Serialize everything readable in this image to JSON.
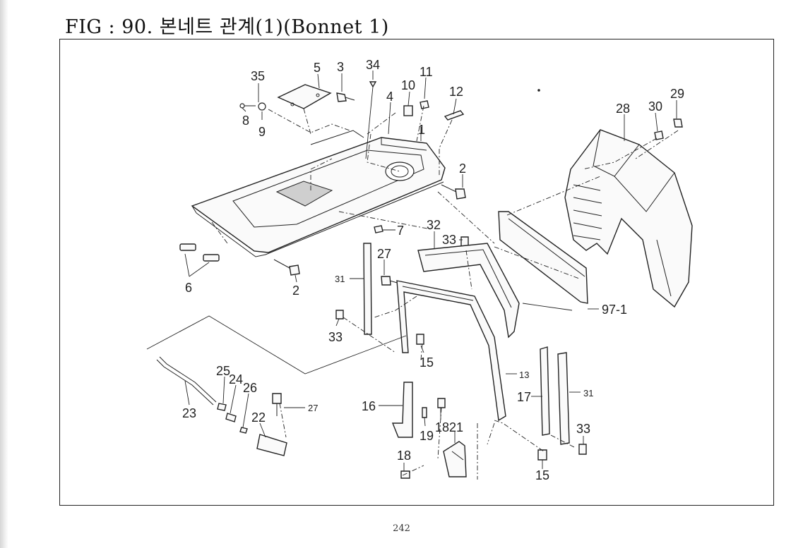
{
  "header": {
    "title": "FIG : 90. 본네트 관계(1)(Bonnet 1)"
  },
  "footer": {
    "page_number": "242"
  },
  "diagram": {
    "part_labels": [
      "35",
      "5",
      "3",
      "34",
      "11",
      "10",
      "4",
      "12",
      "8",
      "9",
      "1",
      "28",
      "30",
      "29",
      "2",
      "7",
      "32",
      "33",
      "27",
      "6",
      "2",
      "31",
      "33",
      "97-1",
      "15",
      "13",
      "25",
      "24",
      "26",
      "23",
      "22",
      "27",
      "16",
      "19",
      "18",
      "21",
      "17",
      "31",
      "33",
      "18",
      "15"
    ]
  }
}
